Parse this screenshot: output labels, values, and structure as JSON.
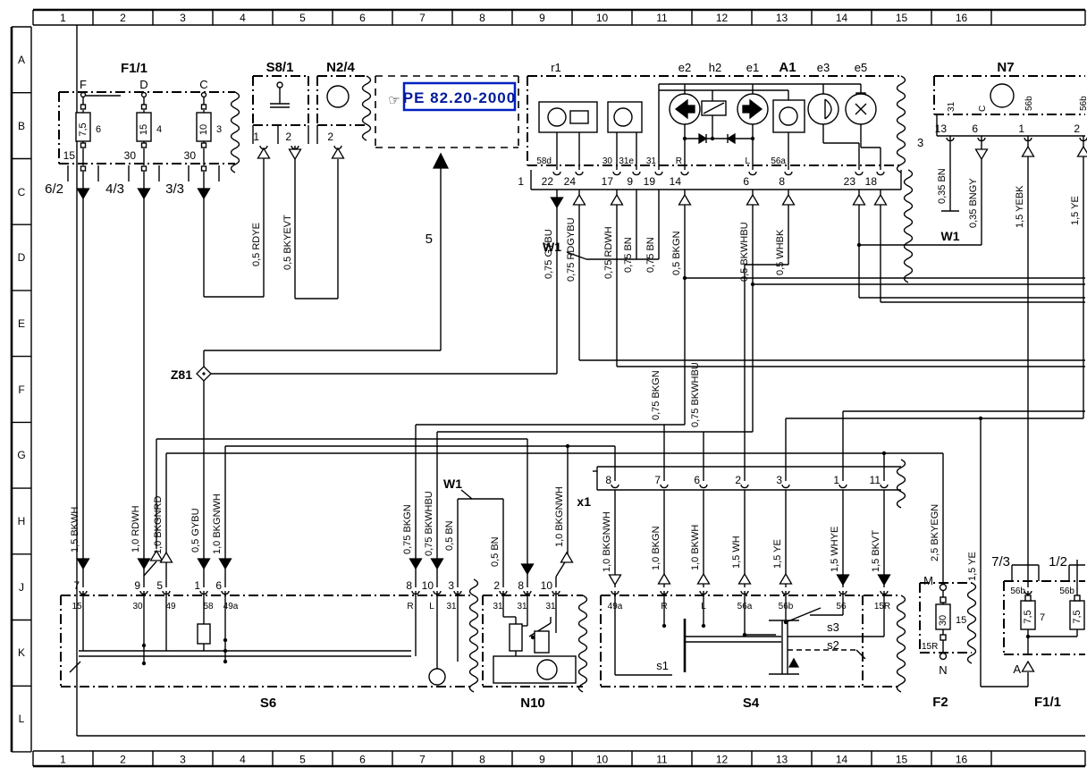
{
  "sheet": {
    "ref": {
      "label": "PE 82.20-2000",
      "pointer": "5",
      "hand_icon": "pointing-hand",
      "hand_glyph": "☞"
    },
    "grid": {
      "columns": [
        "1",
        "2",
        "3",
        "4",
        "5",
        "6",
        "7",
        "8",
        "9",
        "10",
        "11",
        "12",
        "13",
        "14",
        "15",
        "16"
      ],
      "rows": [
        "A",
        "B",
        "C",
        "D",
        "E",
        "F",
        "G",
        "H",
        "J",
        "K",
        "L"
      ]
    }
  },
  "annotations": {
    "a1_connector": "1",
    "a1_wire": "3"
  },
  "components": {
    "f1_1_top": {
      "name": "F1/1",
      "fuses": [
        {
          "letter": "F",
          "value": "7,5",
          "number": "6",
          "terminal": "15",
          "dest": "6/2"
        },
        {
          "letter": "D",
          "value": "15",
          "number": "4",
          "terminal": "30",
          "dest": "4/3"
        },
        {
          "letter": "C",
          "value": "10",
          "number": "3",
          "terminal": "30",
          "dest": "3/3"
        }
      ]
    },
    "s8_1": {
      "name": "S8/1",
      "pins": [
        "1",
        "2"
      ]
    },
    "n2_4": {
      "name": "N2/4",
      "pins": [
        "2"
      ]
    },
    "a1": {
      "name": "A1",
      "subs": [
        "r1",
        "e2",
        "h2",
        "e1",
        "e3",
        "e5"
      ],
      "terminals": [
        "58d",
        "30",
        "31e",
        "31",
        "R",
        "L",
        "56a"
      ],
      "pins": [
        "22",
        "24",
        "17",
        "9",
        "19",
        "14",
        "6",
        "8",
        "23",
        "18"
      ]
    },
    "n7": {
      "name": "N7",
      "terminals": [
        "31",
        "C",
        "56b",
        "56b"
      ],
      "pins": [
        "13",
        "6",
        "1",
        "2"
      ]
    },
    "x1": {
      "name": "x1",
      "pins": [
        "8",
        "7",
        "6",
        "2",
        "3",
        "1",
        "11"
      ]
    },
    "s6": {
      "name": "S6",
      "pins": [
        "7",
        "9",
        "5",
        "1",
        "6",
        "8",
        "10",
        "3"
      ],
      "terminals": [
        "15",
        "30",
        "49",
        "58",
        "49a",
        "R",
        "L",
        "31"
      ]
    },
    "n10": {
      "name": "N10",
      "pins": [
        "2",
        "8",
        "10"
      ],
      "terminals": [
        "31",
        "31",
        "31"
      ]
    },
    "s4": {
      "name": "S4",
      "terminals": [
        "49a",
        "R",
        "L",
        "56a",
        "56b",
        "56",
        "15R"
      ],
      "switches": [
        "s1",
        "s2",
        "s3"
      ]
    },
    "f2": {
      "name": "F2",
      "top": "M",
      "bottom": "N",
      "value": "30",
      "number": "15",
      "terminal": "15R"
    },
    "f1_1_bottom": {
      "name": "F1/1",
      "refs": [
        "7/3",
        "1/2"
      ],
      "terminals": [
        "56b",
        "56b"
      ],
      "values": [
        "7,5",
        "7,5"
      ],
      "number": "7",
      "feed": "A"
    },
    "z81": {
      "name": "Z81"
    },
    "w1": {
      "name": "W1"
    }
  },
  "wire_labels": [
    "0,5 RDYE",
    "0,5 BKYEVT",
    "0,75 GYBU",
    "0,75 RDGYBU",
    "0,75 RDWH",
    "0,75 BN",
    "0,75 BN",
    "0,5 BKGN",
    "0,5 BKWHBU",
    "0,5 WHBK",
    "0,35 BN",
    "0,35 BNGY",
    "1,5 YEBK",
    "1,5 YE",
    "0,75 BKGN",
    "0,75 BKWHBU",
    "1,5 BKWH",
    "1,0 RDWH",
    "1,0 BKGNRD",
    "0,5 GYBU",
    "1,0 BKGNWH",
    "0,75 BKGN",
    "0,75 BKWHBU",
    "0,5 BN",
    "0,5 BN",
    "1,0 BKGNWH",
    "1,0 BKGNWH",
    "1,0 BKGN",
    "1,0 BKWH",
    "1,5 WH",
    "1,5 YE",
    "1,5 WHYE",
    "1,5 BKVT",
    "2,5 BKYEGN",
    "1,5 YE"
  ]
}
